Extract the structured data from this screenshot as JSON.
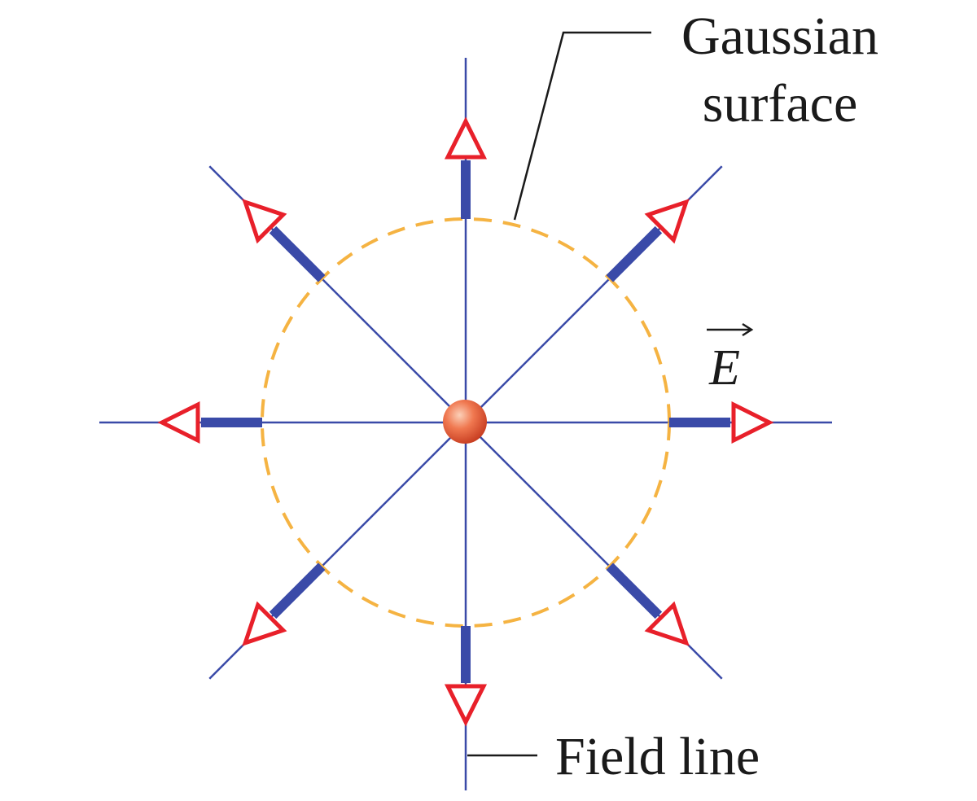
{
  "labels": {
    "gaussian_line1": "Gaussian",
    "gaussian_line2": "surface",
    "field_vector": "E",
    "field_line": "Field line"
  },
  "colors": {
    "field_line": "#3a4aa8",
    "arrowhead": "#e8202a",
    "gaussian_surface": "#f5b342",
    "charge_light": "#fbd0b8",
    "charge_mid": "#f07850",
    "charge_dark": "#c53a1e",
    "label_text": "#1a1a1a",
    "leader_line": "#1a1a1a"
  },
  "field_lines": [
    {
      "direction": "up"
    },
    {
      "direction": "up-right"
    },
    {
      "direction": "right"
    },
    {
      "direction": "down-right"
    },
    {
      "direction": "down"
    },
    {
      "direction": "down-left"
    },
    {
      "direction": "left"
    },
    {
      "direction": "up-left"
    }
  ]
}
